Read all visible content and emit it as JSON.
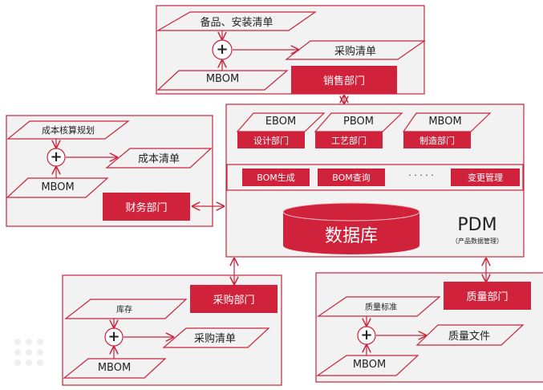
{
  "colors": {
    "accent": "#d0223b",
    "stroke": "#c9243c",
    "panel_bg": "#f2f2f2",
    "text": "#222222"
  },
  "sales_panel": {
    "input_top": "备品、安装清单",
    "input_bottom": "MBOM",
    "output": "采购清单",
    "department": "销售部门",
    "operator": "+"
  },
  "finance_panel": {
    "input_top": "成本核算规划",
    "input_bottom": "MBOM",
    "output": "成本清单",
    "department": "财务部门",
    "operator": "+"
  },
  "pdm_panel": {
    "bom_types": [
      {
        "bom": "EBOM",
        "department": "设计部门"
      },
      {
        "bom": "PBOM",
        "department": "工艺部门"
      },
      {
        "bom": "MBOM",
        "department": "制造部门"
      }
    ],
    "functions": [
      "BOM生成",
      "BOM查询",
      "· · · · ·",
      "变更管理"
    ],
    "database": "数据库",
    "title": "PDM",
    "subtitle": "（产品数据管理）"
  },
  "purchase_panel": {
    "input_top": "库存",
    "input_bottom": "MBOM",
    "output": "采购清单",
    "department": "采购部门",
    "operator": "+"
  },
  "quality_panel": {
    "input_top": "质量标准",
    "input_bottom": "MBOM",
    "output": "质量文件",
    "department": "质量部门",
    "operator": "+"
  }
}
